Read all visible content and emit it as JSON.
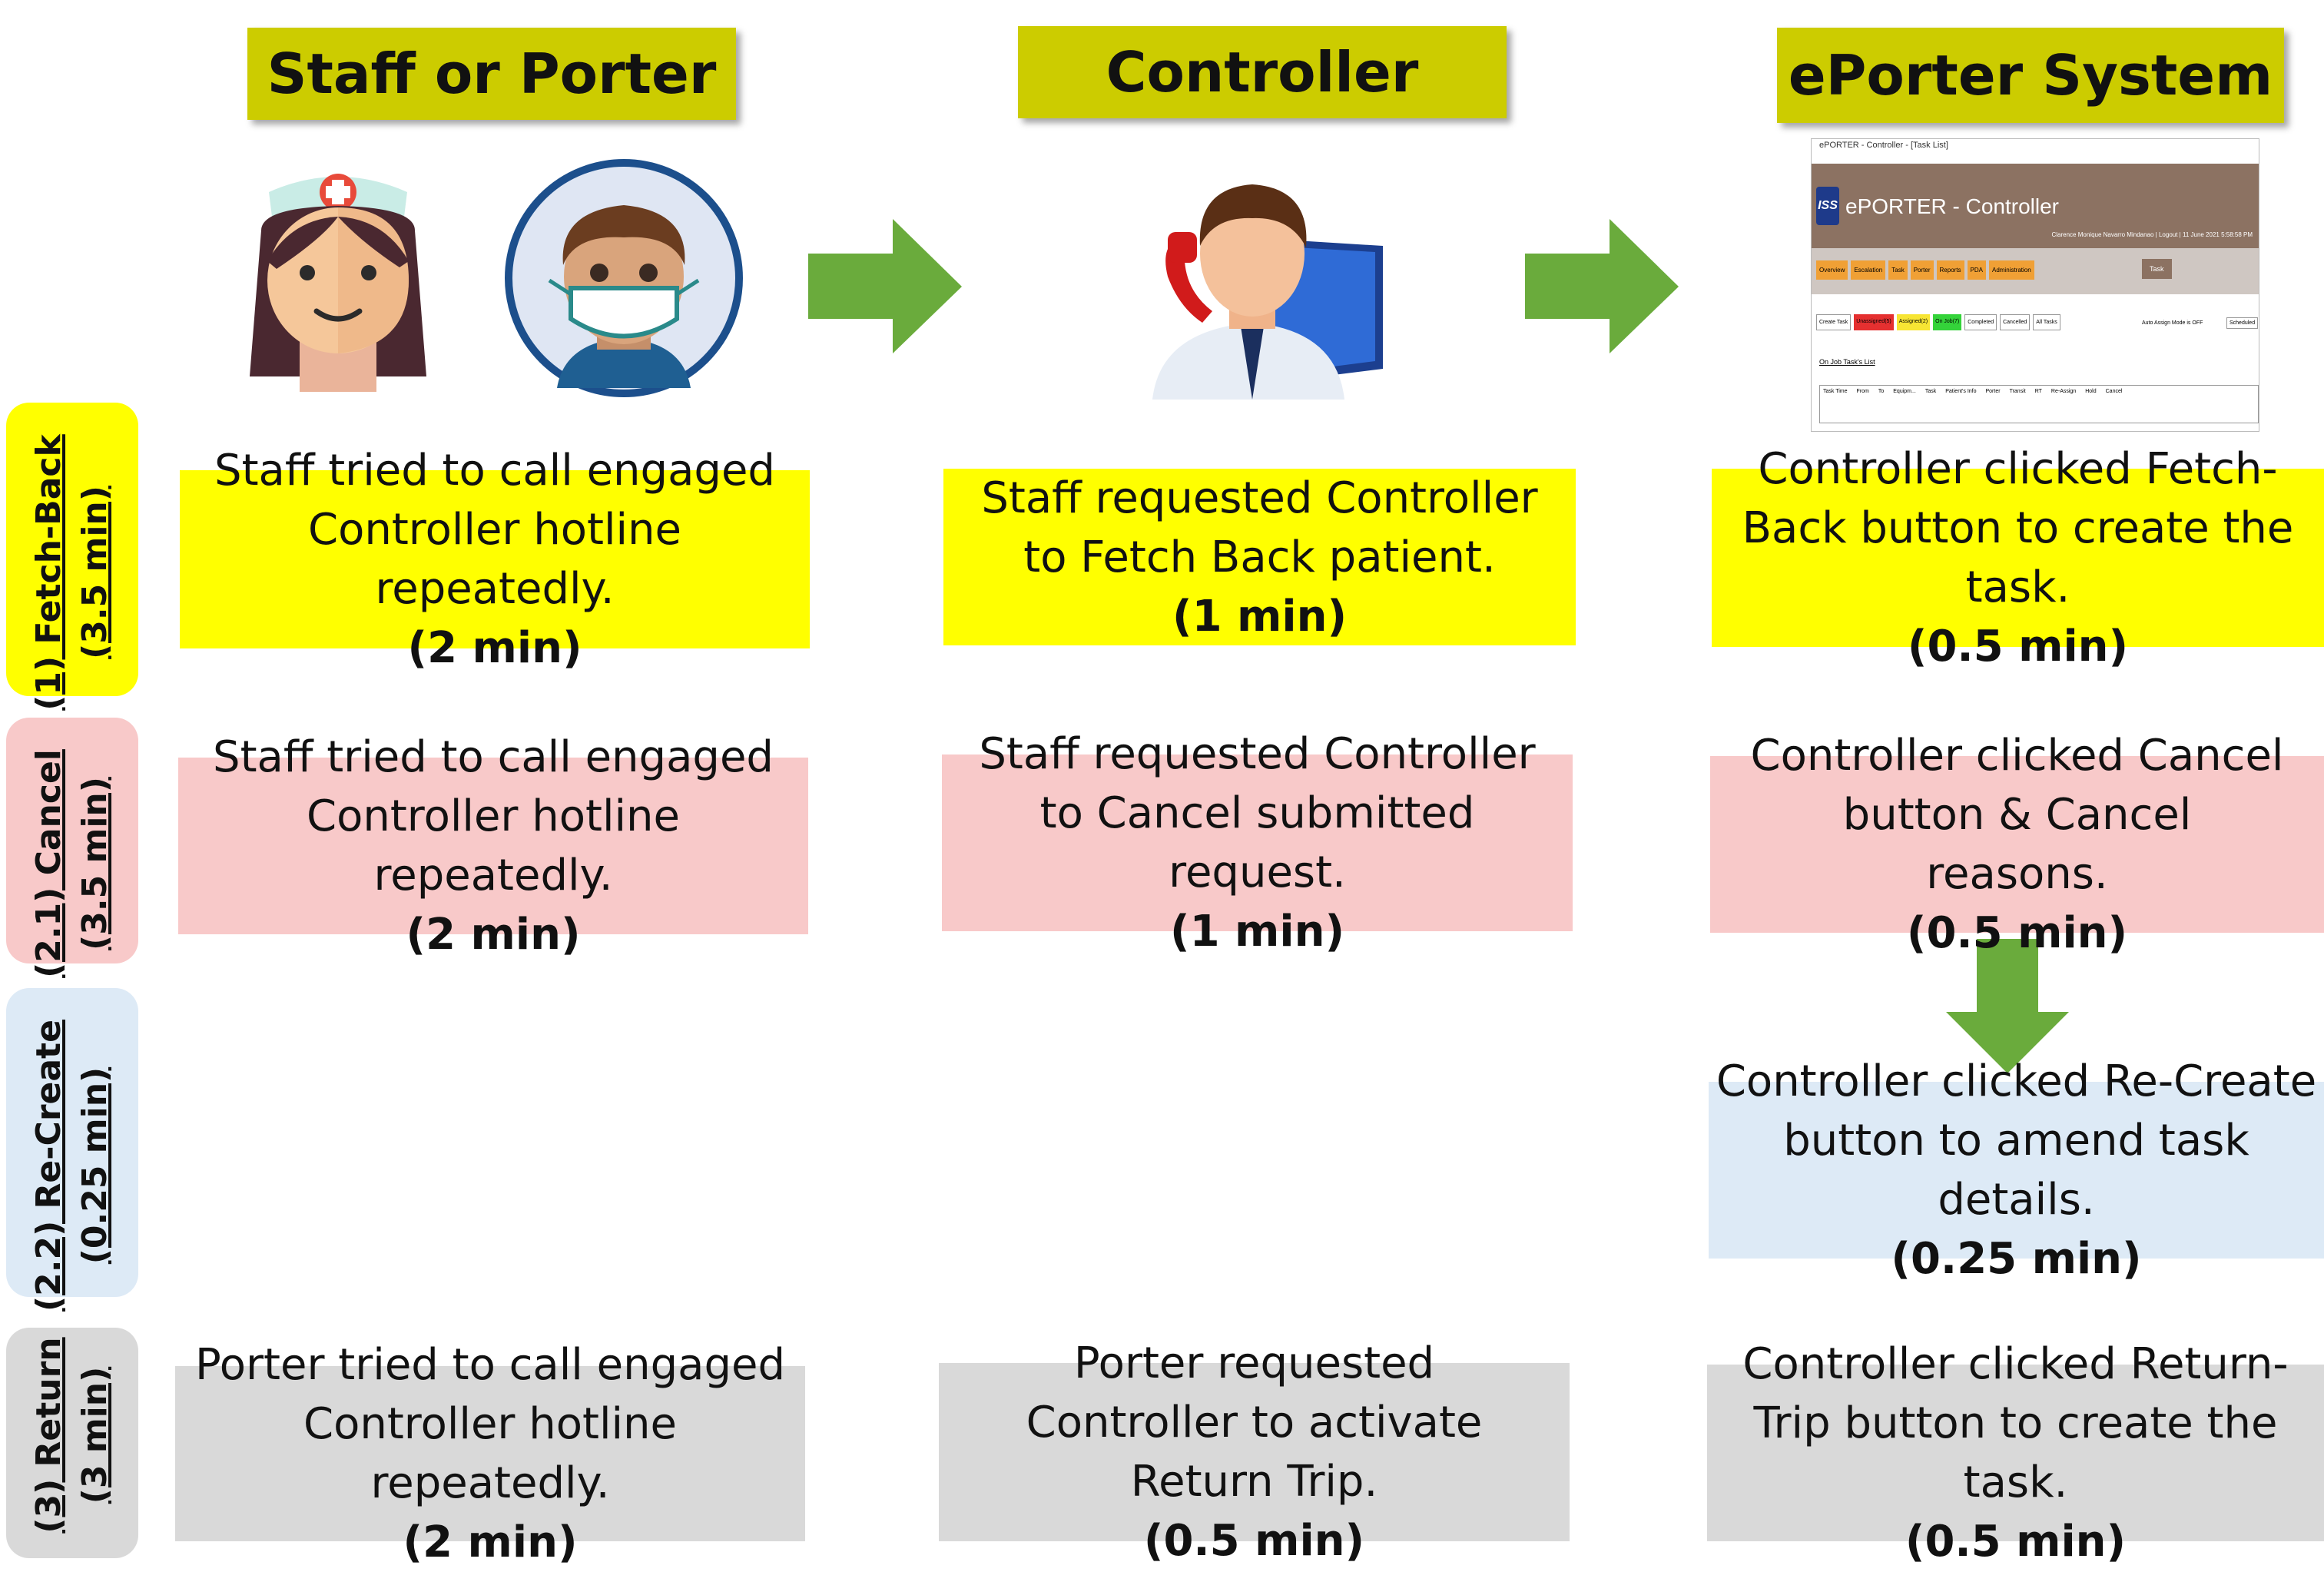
{
  "columns": {
    "staff": "Staff or Porter",
    "controller": "Controller",
    "system": "ePorter System"
  },
  "lanes": [
    {
      "id": "fetch_back",
      "line1": "(1) Fetch-Back",
      "line2": "(3.5 min)"
    },
    {
      "id": "cancel",
      "line1": "(2.1) Cancel",
      "line2": "(3.5 min)"
    },
    {
      "id": "recreate",
      "line1": "(2.2) Re-Create",
      "line2": "(0.25 min)"
    },
    {
      "id": "return",
      "line1": "(3) Return",
      "line2": "(3 min)"
    }
  ],
  "steps": {
    "fetch_staff": {
      "text": "Staff tried to call engaged Controller hotline repeatedly.",
      "duration": "(2 min)"
    },
    "fetch_controller": {
      "text": "Staff requested Controller to Fetch Back patient.",
      "duration": "(1 min)"
    },
    "fetch_system": {
      "text": "Controller clicked Fetch-Back button to create the task.",
      "duration": "(0.5 min)"
    },
    "cancel_staff": {
      "text": "Staff tried to call engaged Controller hotline repeatedly.",
      "duration": "(2 min)"
    },
    "cancel_controller": {
      "text": "Staff requested Controller to Cancel submitted request.",
      "duration": "(1 min)"
    },
    "cancel_system": {
      "text": "Controller clicked Cancel button & Cancel reasons.",
      "duration": "(0.5 min)"
    },
    "recreate_system": {
      "text": "Controller clicked Re-Create button to amend task details.",
      "duration": "(0.25 min)"
    },
    "return_staff": {
      "text": "Porter tried to call engaged Controller hotline repeatedly.",
      "duration": "(2 min)"
    },
    "return_controller": {
      "text": "Porter requested Controller to activate Return Trip.",
      "duration": "(0.5 min)"
    },
    "return_system": {
      "text": "Controller clicked Return-Trip button to create the task.",
      "duration": "(0.5 min)"
    }
  },
  "screenshot": {
    "window_title": "ePORTER - Controller - [Task List]",
    "logo": "ISS",
    "app_title": "ePORTER - Controller",
    "user_line": "Clarence Monique Navarro Mindanao | Logout | 11 June 2021 5:58:58 PM",
    "menu": [
      "Overview",
      "Escalation",
      "Task",
      "Porter",
      "Reports",
      "PDA",
      "Administration"
    ],
    "task_button": "Task",
    "filters": [
      "Create Task",
      "Unassigned(5)",
      "Assigned(2)",
      "On Job(7)",
      "Completed",
      "Cancelled",
      "All Tasks"
    ],
    "auto_assign": "Auto Assign Mode is OFF",
    "scheduled": "Scheduled",
    "list_title": "On Job Task's List",
    "columns": [
      "Task Time",
      "From",
      "To",
      "Equipm...",
      "Task",
      "Patient's Info",
      "Porter",
      "Transit",
      "RT",
      "Re-Assign",
      "Hold",
      "Cancel"
    ]
  },
  "colors": {
    "header": "#cccc00",
    "fetch_back": "#ffff00",
    "cancel": "#f8c9c9",
    "recreate": "#ddeaf6",
    "return": "#d9d9d9",
    "arrow": "#6aab3c"
  }
}
